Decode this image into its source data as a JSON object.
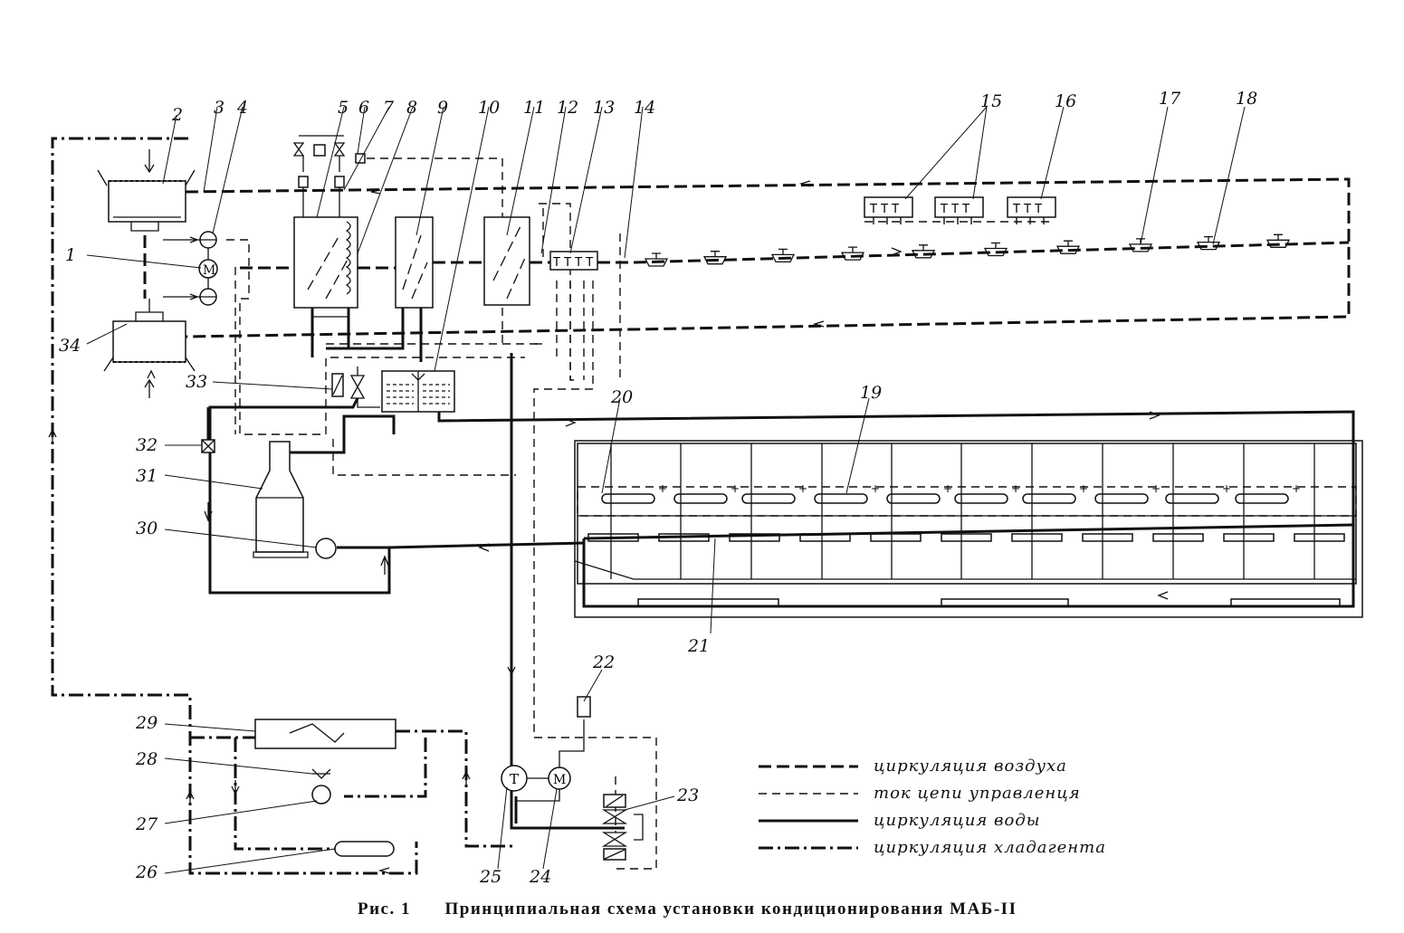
{
  "figure": {
    "caption": "Рис. 1      Принципиальная схема установки кондиционирования МАБ-II"
  },
  "legend": [
    {
      "id": "air",
      "label": "циркуляция воздуха"
    },
    {
      "id": "control",
      "label": "ток цепи управленця"
    },
    {
      "id": "water",
      "label": "циркуляция воды"
    },
    {
      "id": "refrigerant",
      "label": "циркуляция хладагента"
    }
  ],
  "numbers": {
    "n1": "1",
    "n2": "2",
    "n3": "3",
    "n4": "4",
    "n5": "5",
    "n6": "6",
    "n7": "7",
    "n8": "8",
    "n9": "9",
    "n10": "10",
    "n11": "11",
    "n12": "12",
    "n13": "13",
    "n14": "14",
    "n15": "15",
    "n16": "16",
    "n17": "17",
    "n18": "18",
    "n19": "19",
    "n20": "20",
    "n21": "21",
    "n22": "22",
    "n23": "23",
    "n24": "24",
    "n25": "25",
    "n26": "26",
    "n27": "27",
    "n28": "28",
    "n29": "29",
    "n30": "30",
    "n31": "31",
    "n32": "32",
    "n33": "33",
    "n34": "34"
  },
  "symbols": {
    "motor": "M",
    "thermo": "T",
    "relay": "T T T",
    "relay4": "T T T T",
    "plus": "+"
  }
}
